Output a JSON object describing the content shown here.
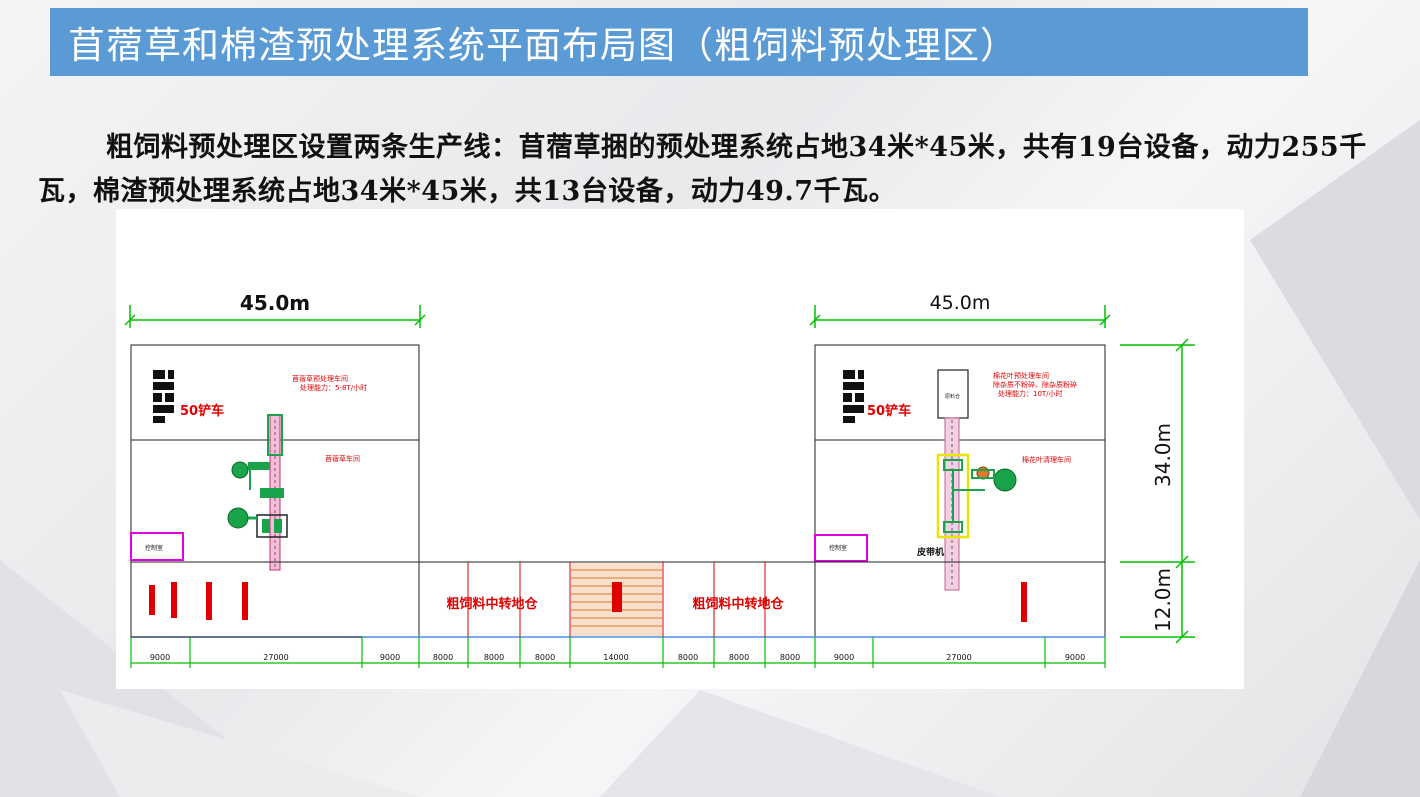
{
  "slide": {
    "title": "苜蓿草和棉渣预处理系统平面布局图（粗饲料预处理区）",
    "paragraph": "粗饲料预处理区设置两条生产线：苜蓿草捆的预处理系统占地34米*45米，共有19台设备，动力255千瓦，棉渣预处理系统占地34米*45米，共13台设备，动力49.7千瓦。"
  },
  "drawing": {
    "left_width_label": "45.0m",
    "right_width_label": "45.0m",
    "height_upper_label": "34.0m",
    "height_lower_label": "12.0m",
    "left_plant": {
      "workshop_title": "苜蓿草预处理车间",
      "capacity": "处理能力：5-8T/小时",
      "forklift": "50铲车",
      "hall": "苜蓿草车间",
      "control_room": "控制室"
    },
    "right_plant": {
      "workshop_title": "棉花叶预处理车间",
      "workshop_note": "除杂质不粉碎、除杂质粉碎",
      "capacity": "处理能力：10T/小时",
      "forklift": "50铲车",
      "hall": "棉花叶清理车间",
      "control_room": "控制室",
      "conveyor": "皮带机",
      "bin": "原料仓"
    },
    "transfer_left": "粗饲料中转地仓",
    "transfer_right": "粗饲料中转地仓",
    "dims": [
      "9000",
      "27000",
      "9000",
      "8000",
      "8000",
      "8000",
      "14000",
      "8000",
      "8000",
      "8000",
      "9000",
      "27000",
      "9000"
    ],
    "colors": {
      "title_bar": "#5b9bd5",
      "label_red": "#e00000",
      "dim_green": "#00c000",
      "equip_green": "#1aa34a",
      "magenta": "#e000e0",
      "orange": "#e07a30"
    }
  }
}
